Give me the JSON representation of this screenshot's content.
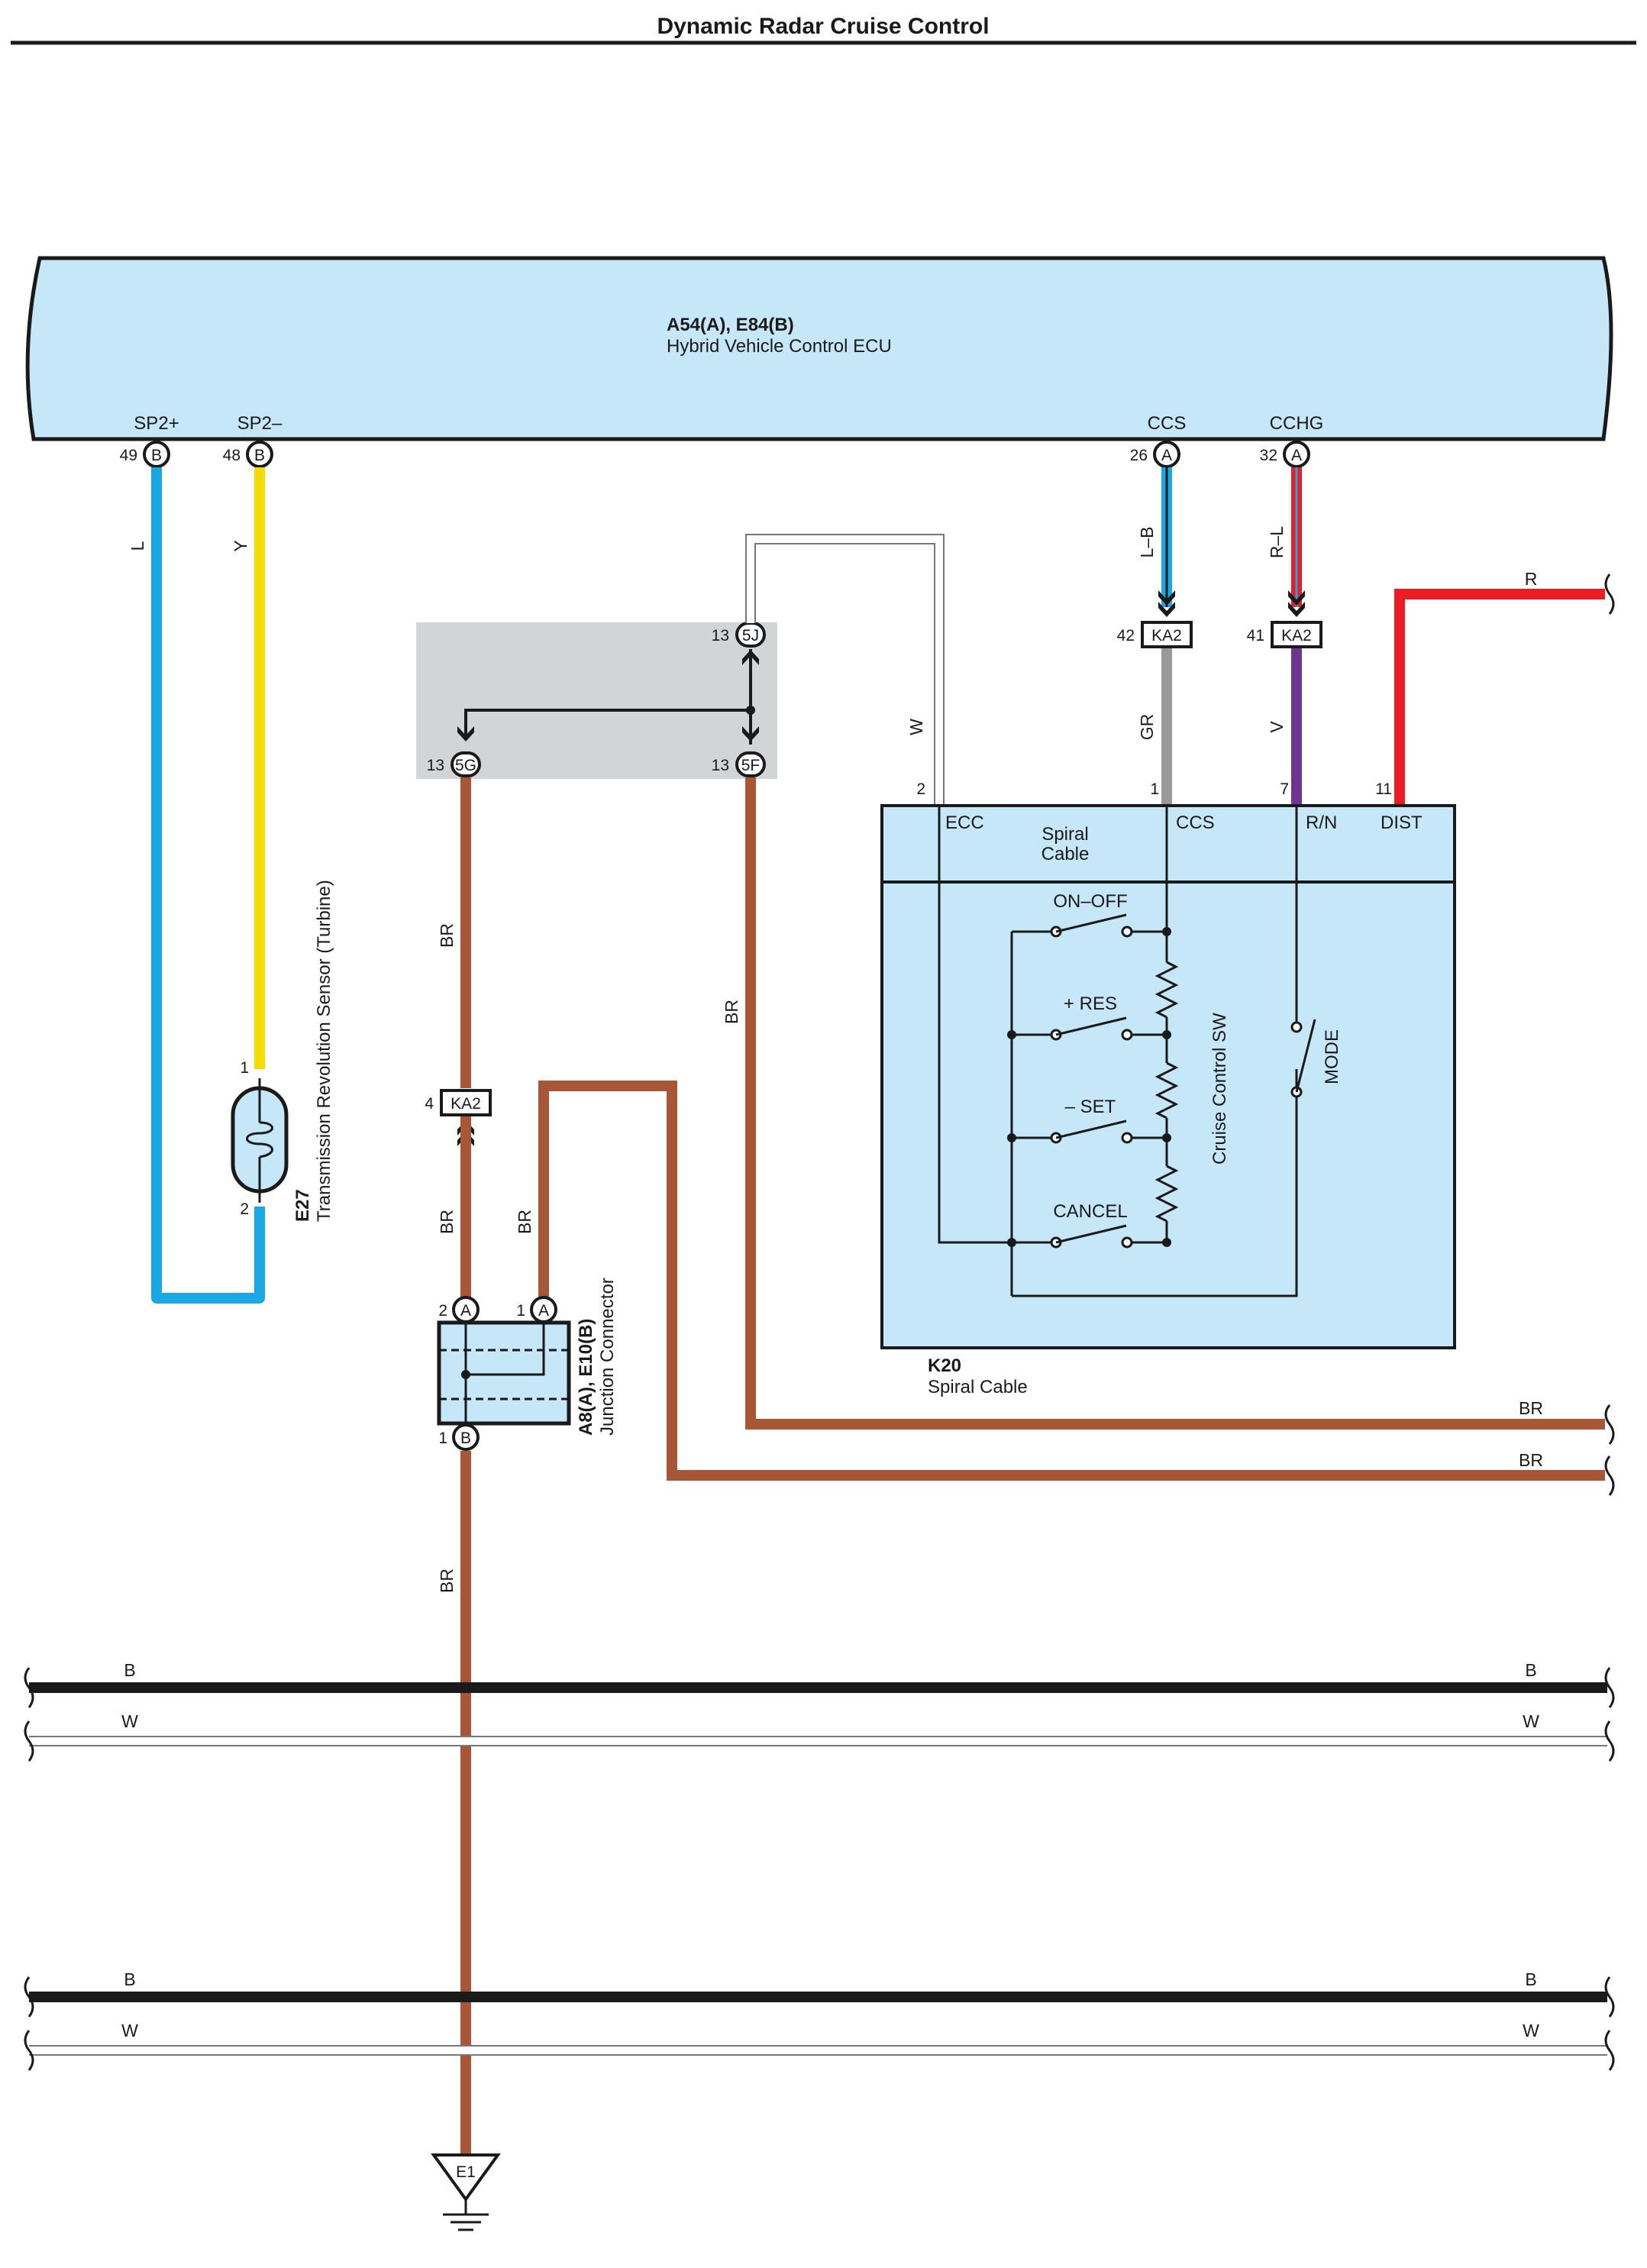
{
  "title": "Dynamic Radar Cruise Control",
  "ecu": {
    "id": "A54(A), E84(B)",
    "name": "Hybrid Vehicle Control ECU",
    "pins": [
      {
        "label": "SP2+",
        "num": "49",
        "conn": "B"
      },
      {
        "label": "SP2–",
        "num": "48",
        "conn": "B"
      },
      {
        "label": "CCS",
        "num": "26",
        "conn": "A"
      },
      {
        "label": "CCHG",
        "num": "32",
        "conn": "A"
      }
    ]
  },
  "sensor": {
    "id": "E27",
    "name": "Transmission Revolution Sensor (Turbine)",
    "pin_top": "1",
    "pin_bottom": "2"
  },
  "junction_block": {
    "pin_5j_num": "13",
    "pin_5j": "5J",
    "pin_5g_num": "13",
    "pin_5g": "5G",
    "pin_5f_num": "13",
    "pin_5f": "5F"
  },
  "inline_connectors": [
    {
      "pin": "42",
      "name": "KA2"
    },
    {
      "pin": "41",
      "name": "KA2"
    },
    {
      "pin": "4",
      "name": "KA2"
    }
  ],
  "spiral_cable": {
    "id": "K20",
    "name": "Spiral Cable",
    "inner_label_1": "Spiral",
    "inner_label_2": "Cable",
    "terminals": [
      {
        "num": "2",
        "label": "ECC"
      },
      {
        "num": "1",
        "label": "CCS"
      },
      {
        "num": "7",
        "label": "R/N"
      },
      {
        "num": "11",
        "label": "DIST"
      }
    ],
    "switch_group_label": "Cruise Control SW",
    "switches": [
      "ON–OFF",
      "+ RES",
      "– SET",
      "CANCEL"
    ],
    "mode_label": "MODE"
  },
  "junction_connector": {
    "id": "A8(A), E10(B)",
    "name": "Junction Connector",
    "pins": [
      {
        "num": "2",
        "conn": "A"
      },
      {
        "num": "1",
        "conn": "A"
      },
      {
        "num": "1",
        "conn": "B"
      }
    ]
  },
  "ground": {
    "label": "E1"
  },
  "wire_colors": {
    "sp2_plus": "L",
    "sp2_minus": "Y",
    "ccs_ecu": "L–B",
    "cchg_ecu": "R–L",
    "dist": "R",
    "ecc": "W",
    "ccs_sw": "GR",
    "rn_sw": "V",
    "br": "BR",
    "bus_black": "B",
    "bus_white": "W"
  },
  "colors": {
    "ecu_fill": "#c6e7f8",
    "blue_wire": "#19a8e3",
    "yellow_wire": "#f5dc00",
    "brown_wire": "#a85636",
    "red_wire": "#ec1c24",
    "gray_wire": "#9a9a9a",
    "violet_wire": "#6f3494",
    "junction_gray": "#d3d4d6"
  }
}
